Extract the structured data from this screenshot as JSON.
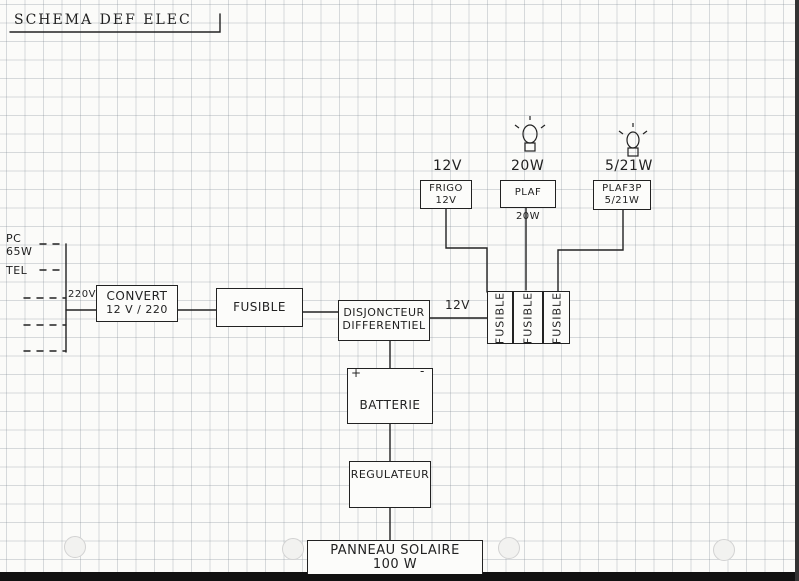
{
  "title": "SCHEMA DEF ELEC",
  "sources": {
    "pc": "PC",
    "pc_power": "65W",
    "tel": "TEL",
    "voltage_in": "220V"
  },
  "convert": {
    "line1": "CONVERT",
    "line2": "12 V / 220"
  },
  "fusible_main": "FUSIBLE",
  "disjoncteur": {
    "line1": "DISJONCTEUR",
    "line2": "DIFFERENTIEL"
  },
  "line_voltage": "12V",
  "fuses": [
    "FUSIBLE",
    "FUSIBLE",
    "FUSIBLE"
  ],
  "loads": [
    {
      "rating": "12V",
      "line1": "FRIGO",
      "line2": "12V"
    },
    {
      "rating": "20W",
      "line1": "PLAF 20W",
      "line2": ""
    },
    {
      "rating": "5/21W",
      "line1": "PLAF3P",
      "line2": "5/21W"
    }
  ],
  "batterie": {
    "label": "BATTERIE",
    "plus": "+",
    "minus": "-"
  },
  "regulateur": "REGULATEUR",
  "panneau": {
    "line1": "PANNEAU SOLAIRE",
    "line2": "100 W"
  }
}
